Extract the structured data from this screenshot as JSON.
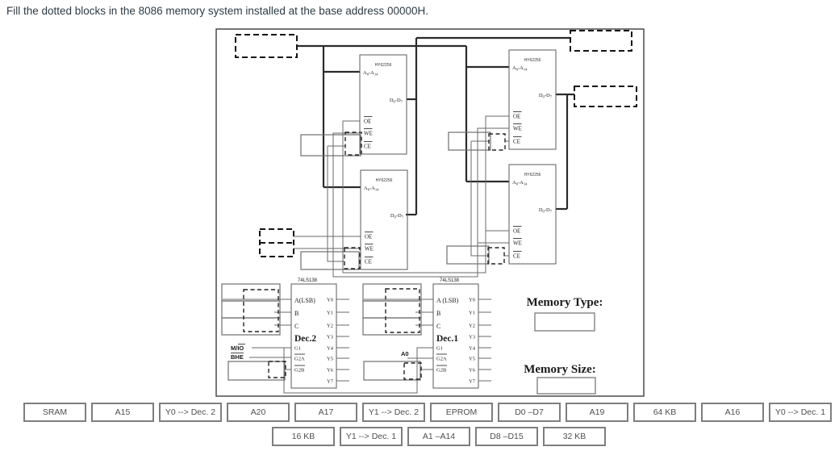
{
  "title": "Fill the dotted blocks in the 8086 memory system installed at the base address 00000H.",
  "diagram": {
    "chip": {
      "part": "HY62256",
      "addr_base1": "A",
      "addr_sub1": "0",
      "addr_base2": "-A",
      "addr_sub2": "14",
      "data_base1": "D",
      "data_sub1": "0",
      "data_base2": "-D",
      "data_sub2": "7",
      "oe": "OE",
      "we": "WE",
      "ce": "CE"
    },
    "decoders": [
      {
        "part": "74LS138",
        "input_a": "A(LSB)",
        "input_b": "B",
        "input_c": "C",
        "name": "Dec.2",
        "g1": "G1",
        "g2a": "G2A",
        "g2b": "G2B",
        "outputs": [
          "Y0",
          "Y1",
          "Y2",
          "Y3",
          "Y4",
          "Y5",
          "Y6",
          "Y7"
        ]
      },
      {
        "part": "74LS138",
        "input_a": "A (LSB)",
        "input_b": "B",
        "input_c": "C",
        "name": "Dec.1",
        "g1": "G1",
        "g2a": "G2A",
        "g2b": "G2B",
        "outputs": [
          "Y0",
          "Y1",
          "Y2",
          "Y3",
          "Y4",
          "Y5",
          "Y6",
          "Y7"
        ]
      }
    ],
    "signals": {
      "mio_pre": "M/",
      "mio_ov": "IO",
      "bhe": "BHE",
      "a0": "A0"
    },
    "memory_type_label": "Memory Type:",
    "memory_size_label": "Memory Size:"
  },
  "answer_bank": {
    "row1": [
      "SRAM",
      "A15",
      "Y0 --> Dec. 2",
      "A20",
      "A17",
      "Y1 --> Dec. 2",
      "EPROM",
      "D0 –D7",
      "A19",
      "64 KB",
      "A16",
      "Y0 --> Dec. 1"
    ],
    "row2": [
      "16 KB",
      "Y1 --> Dec. 1",
      "A1 –A14",
      "D8 –D15",
      "32 KB"
    ]
  }
}
